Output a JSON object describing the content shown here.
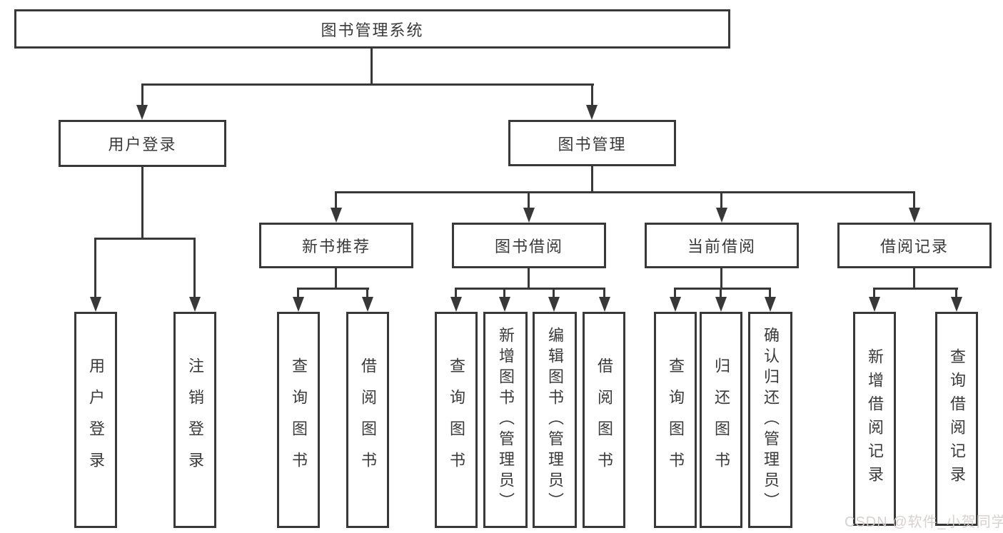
{
  "diagram": {
    "type": "tree",
    "title": "图书管理系统",
    "colors": {
      "line": "#383838",
      "box_border": "#383838",
      "text": "#3a3a3a",
      "background": "#ffffff",
      "watermark": "#d6cccc"
    },
    "nodes": {
      "root": {
        "label": "图书管理系统"
      },
      "user_login": {
        "label": "用户登录"
      },
      "book_mgmt": {
        "label": "图书管理"
      },
      "new_rec": {
        "label": "新书推荐"
      },
      "borrow": {
        "label": "图书借阅"
      },
      "current": {
        "label": "当前借阅"
      },
      "records": {
        "label": "借阅记录"
      },
      "leaf_user_login": {
        "label": "用户登录"
      },
      "leaf_logout": {
        "label": "注销登录"
      },
      "leaf_rec_query": {
        "label": "查询图书"
      },
      "leaf_rec_borrow": {
        "label": "借阅图书"
      },
      "leaf_bor_query": {
        "label": "查询图书"
      },
      "leaf_bor_add": {
        "label": "新增图书（管理员）"
      },
      "leaf_bor_edit": {
        "label": "编辑图书（管理员）"
      },
      "leaf_bor_borrow": {
        "label": "借阅图书"
      },
      "leaf_cur_query": {
        "label": "查询图书"
      },
      "leaf_cur_return": {
        "label": "归还图书"
      },
      "leaf_cur_confirm": {
        "label": "确认归还（管理员）"
      },
      "leaf_recd_add": {
        "label": "新增借阅记录"
      },
      "leaf_recd_query": {
        "label": "查询借阅记录"
      }
    },
    "hierarchy": {
      "root": [
        "user_login",
        "book_mgmt"
      ],
      "user_login": [
        "leaf_user_login",
        "leaf_logout"
      ],
      "book_mgmt": [
        "new_rec",
        "borrow",
        "current",
        "records"
      ],
      "new_rec": [
        "leaf_rec_query",
        "leaf_rec_borrow"
      ],
      "borrow": [
        "leaf_bor_query",
        "leaf_bor_add",
        "leaf_bor_edit",
        "leaf_bor_borrow"
      ],
      "current": [
        "leaf_cur_query",
        "leaf_cur_return",
        "leaf_cur_confirm"
      ],
      "records": [
        "leaf_recd_add",
        "leaf_recd_query"
      ]
    },
    "watermark": {
      "text": "CSDN @软件_小贺同学"
    }
  }
}
